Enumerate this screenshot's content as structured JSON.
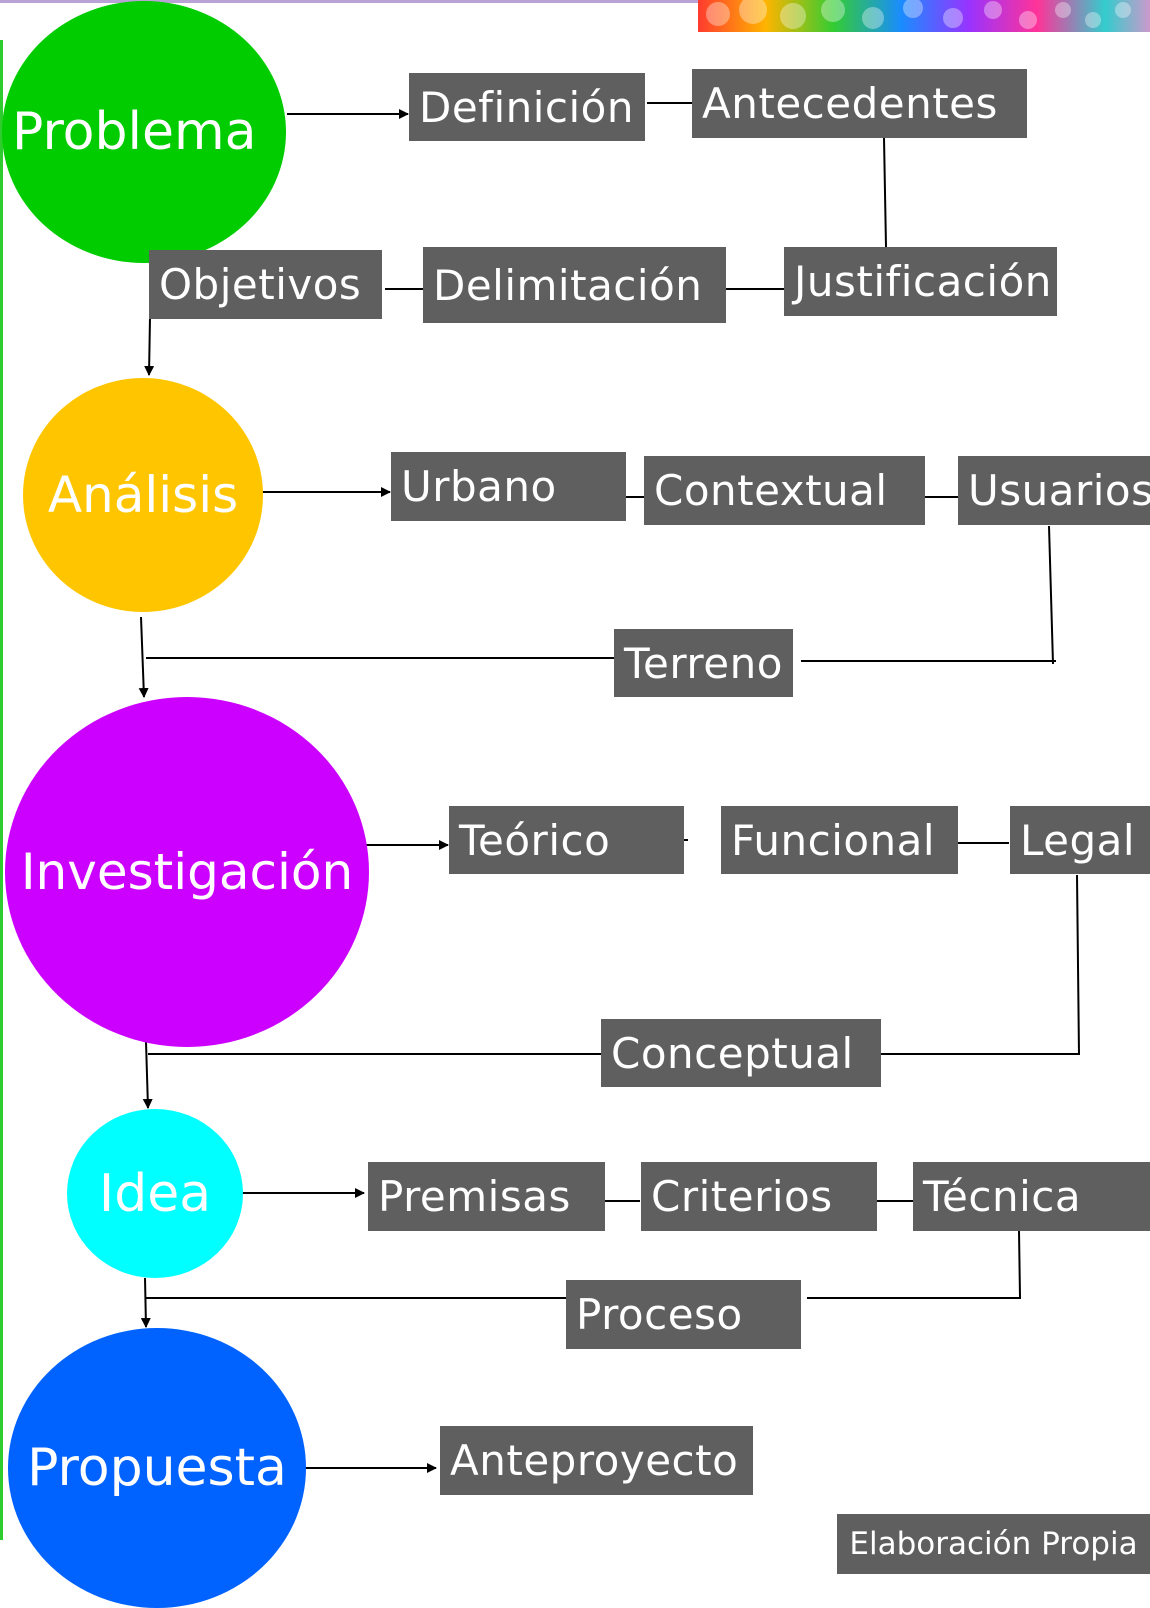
{
  "colors": {
    "problema": "#00cc00",
    "analisis": "#ffc600",
    "investigacion": "#cc00ff",
    "idea": "#00ffff",
    "propuesta": "#0062ff",
    "box": "#5f5f5f",
    "line": "#000000"
  },
  "stages": {
    "problema": "Problema",
    "analisis": "Análisis",
    "investigacion": "Investigación",
    "idea": "Idea",
    "propuesta": "Propuesta"
  },
  "boxes": {
    "definicion": "Definición",
    "antecedentes": "Antecedentes",
    "justificacion": "Justificación",
    "delimitacion": "Delimitación",
    "objetivos": "Objetivos",
    "urbano": "Urbano",
    "contextual": "Contextual",
    "usuarios": "Usuarios",
    "terreno": "Terreno",
    "teorico": "Teórico",
    "funcional": "Funcional",
    "legal": "Legal",
    "conceptual": "Conceptual",
    "premisas": "Premisas",
    "criterios": "Criterios",
    "tecnica": "Técnica",
    "proceso": "Proceso",
    "anteproyecto": "Anteproyecto"
  },
  "credit": "Elaboración Propia"
}
